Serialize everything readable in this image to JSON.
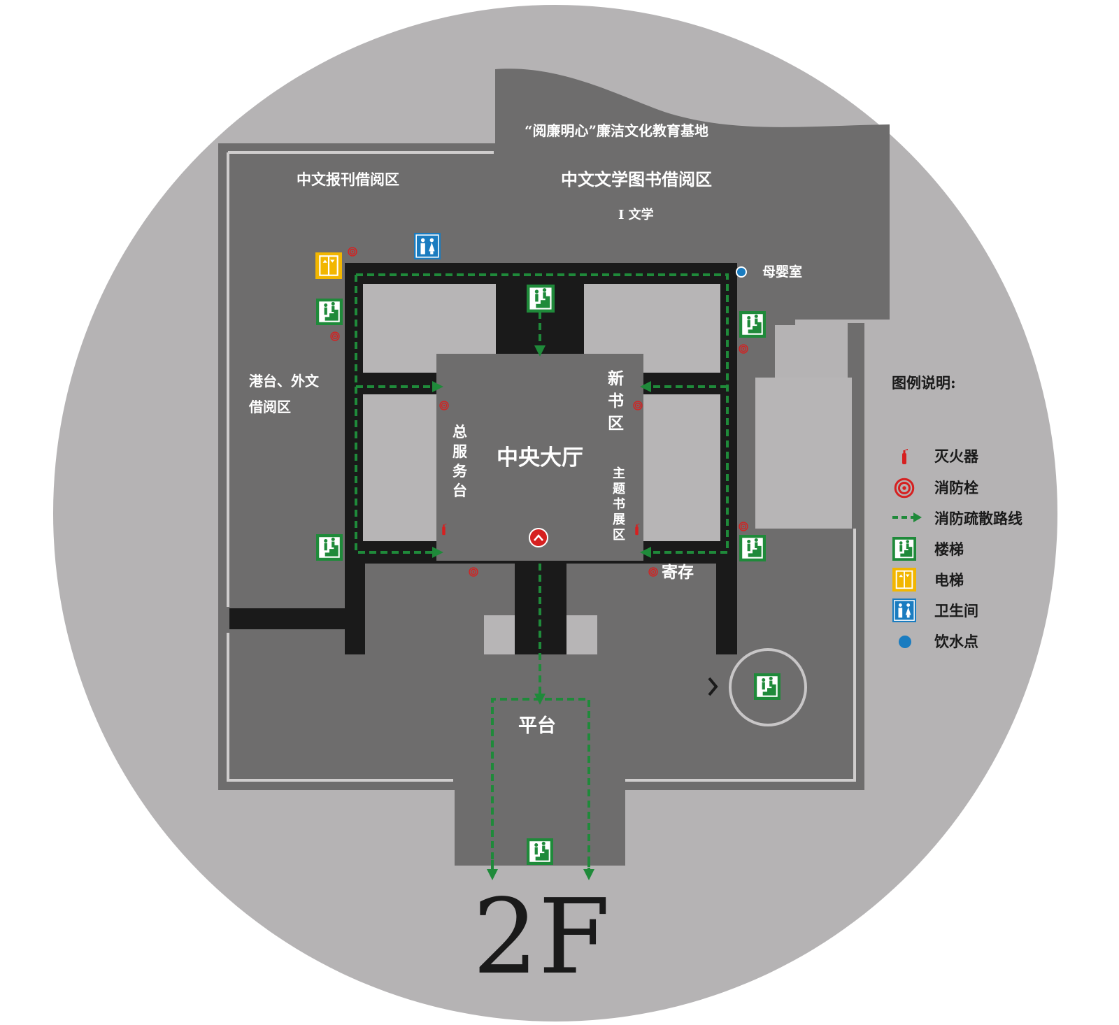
{
  "floor": "2F",
  "areas": {
    "education_base": "“阅廉明心”廉洁文化教育基地",
    "chinese_periodicals": "中文报刊借阅区",
    "chinese_literature": "中文文学图书借阅区",
    "literature_sub": "I 文学",
    "mother_baby": "母婴室",
    "hk_tw_foreign_line1": "港台、外文",
    "hk_tw_foreign_line2": "借阅区",
    "central_hall": "中央大厅",
    "service_desk": [
      "总",
      "服",
      "务",
      "台"
    ],
    "new_books": [
      "新",
      "书",
      "区"
    ],
    "theme_exhibit": [
      "主",
      "题",
      "书",
      "展",
      "区"
    ],
    "storage": "寄存",
    "platform": "平台"
  },
  "legend": {
    "title": "图例说明:",
    "items": [
      {
        "label": "灭火器",
        "icon": "fire-extinguisher-icon"
      },
      {
        "label": "消防栓",
        "icon": "fire-hydrant-icon"
      },
      {
        "label": "消防疏散路线",
        "icon": "evacuation-route-icon"
      },
      {
        "label": "楼梯",
        "icon": "stairs-icon"
      },
      {
        "label": "电梯",
        "icon": "elevator-icon"
      },
      {
        "label": "卫生间",
        "icon": "restroom-icon"
      },
      {
        "label": "饮水点",
        "icon": "water-point-icon"
      }
    ]
  },
  "colors": {
    "circle": "#b5b3b4",
    "floor": "#6e6d6d",
    "light_room": "#b7b5b6",
    "corridor": "#1a1a1a",
    "route": "#1f8a3a",
    "stairs": "#1f8a3a",
    "elevator": "#f2b600",
    "restroom": "#1a7cc0",
    "hydrant": "#d62020",
    "water": "#1a7cc0"
  }
}
